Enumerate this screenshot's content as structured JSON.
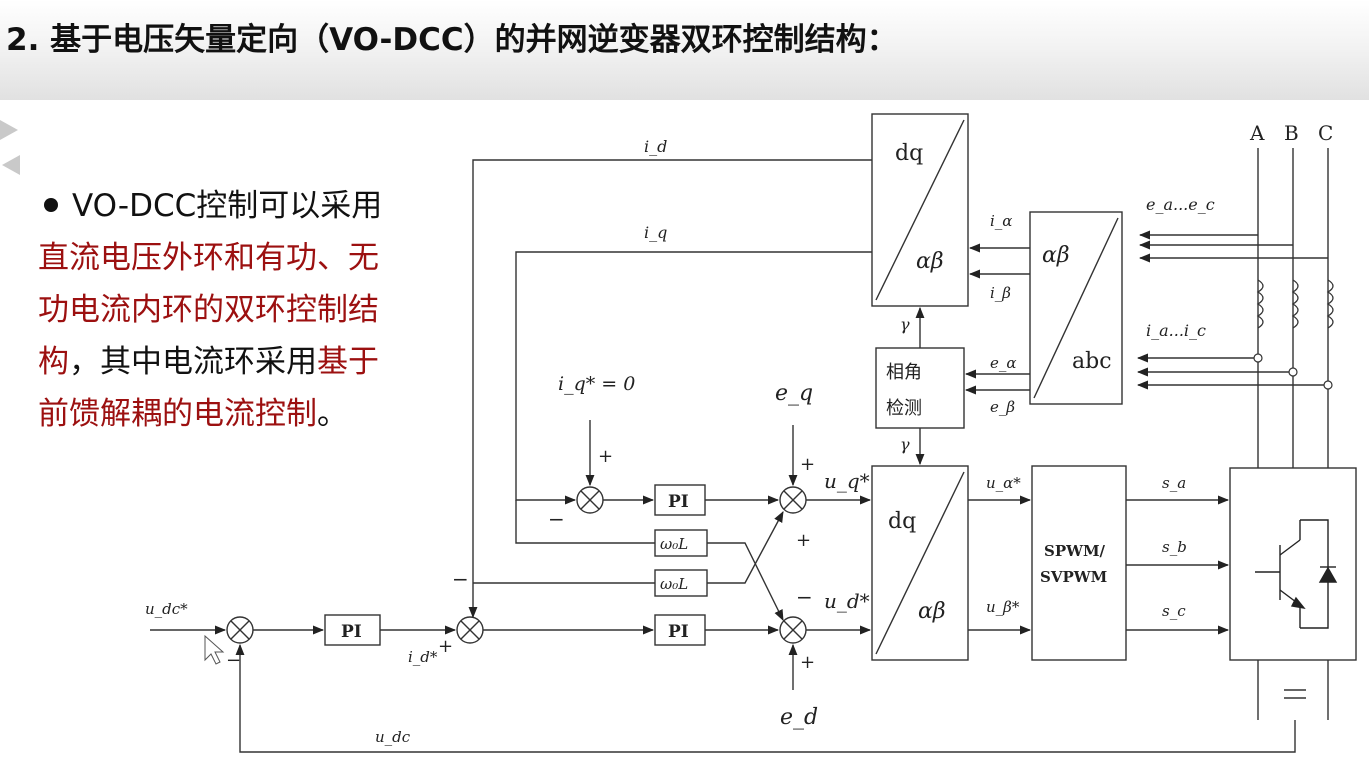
{
  "title": "2. 基于电压矢量定向（VO-DCC）的并网逆变器双环控制结构：",
  "bullet": {
    "lead": "VO-DCC控制可以采用",
    "hl1": "直流电压外环和有功、无功电流内环的双环控制结构",
    "mid": "，其中电流环采用",
    "hl2": "基于前馈解耦的电流控制",
    "tail": "。"
  },
  "diagram": {
    "phase_labels": [
      "A",
      "B",
      "C"
    ],
    "blocks": {
      "dq_top": [
        "dq",
        "αβ"
      ],
      "abc_transform": [
        "αβ",
        "abc"
      ],
      "phase_detect": [
        "相角",
        "检测"
      ],
      "dq_bottom": [
        "dq",
        "αβ"
      ],
      "pwm": [
        "SPWM/",
        "SVPWM"
      ],
      "pi": "PI",
      "w0L": "ω₀L"
    },
    "signals": {
      "i_d_fb": "i_d",
      "i_q_fb": "i_q",
      "i_alpha": "i_α",
      "i_beta": "i_β",
      "e_alpha": "e_α",
      "e_beta": "e_β",
      "gamma": "γ",
      "e_abc": "e_a...e_c",
      "i_abc": "i_a...i_c",
      "iq_ref": "i_q* = 0",
      "eq": "e_q",
      "ed": "e_d",
      "uq_ref": "u_q*",
      "ud_ref": "u_d*",
      "ua_ref": "u_α*",
      "ub_ref": "u_β*",
      "sa": "s_a",
      "sb": "s_b",
      "sc": "s_c",
      "udc_ref": "u_dc*",
      "udc": "u_dc",
      "id_ref": "i_d*"
    },
    "signs": {
      "plus": "+",
      "minus": "−"
    }
  }
}
